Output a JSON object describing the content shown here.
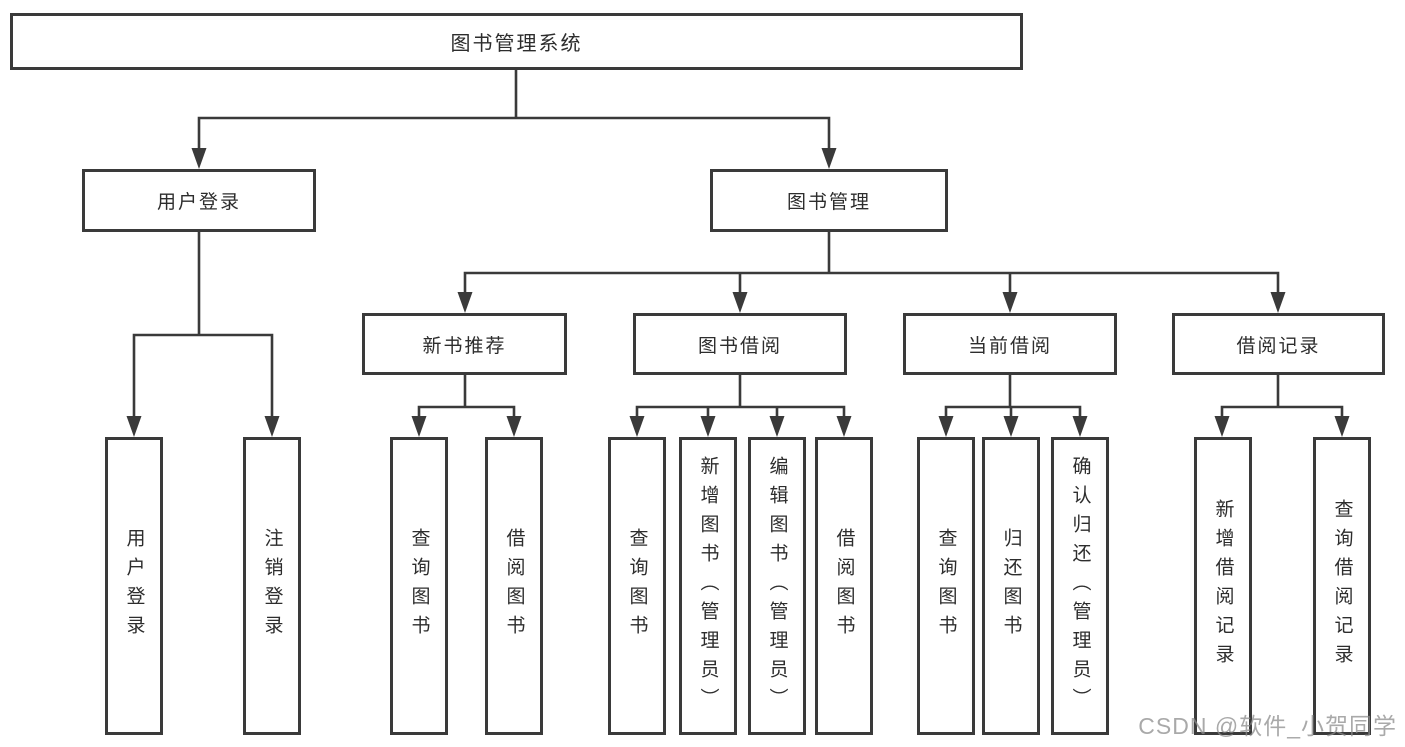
{
  "colors": {
    "line": "#3a3a3a",
    "box_border": "#3a3a3a",
    "box_background": "#ffffff",
    "text": "#2d2d2d",
    "watermark": "#8c8c8c"
  },
  "watermark": {
    "text": "CSDN @软件_小贺同学"
  },
  "tree": {
    "label": "图书管理系统",
    "children": [
      {
        "label": "用户登录",
        "children": [
          {
            "label": "用户登录"
          },
          {
            "label": "注销登录"
          }
        ]
      },
      {
        "label": "图书管理",
        "children": [
          {
            "label": "新书推荐",
            "children": [
              {
                "label": "查询图书"
              },
              {
                "label": "借阅图书"
              }
            ]
          },
          {
            "label": "图书借阅",
            "children": [
              {
                "label": "查询图书"
              },
              {
                "label": "新增图书（管理员）"
              },
              {
                "label": "编辑图书（管理员）"
              },
              {
                "label": "借阅图书"
              }
            ]
          },
          {
            "label": "当前借阅",
            "children": [
              {
                "label": "查询图书"
              },
              {
                "label": "归还图书"
              },
              {
                "label": "确认归还（管理员）"
              }
            ]
          },
          {
            "label": "借阅记录",
            "children": [
              {
                "label": "新增借阅记录"
              },
              {
                "label": "查询借阅记录"
              }
            ]
          }
        ]
      }
    ]
  }
}
